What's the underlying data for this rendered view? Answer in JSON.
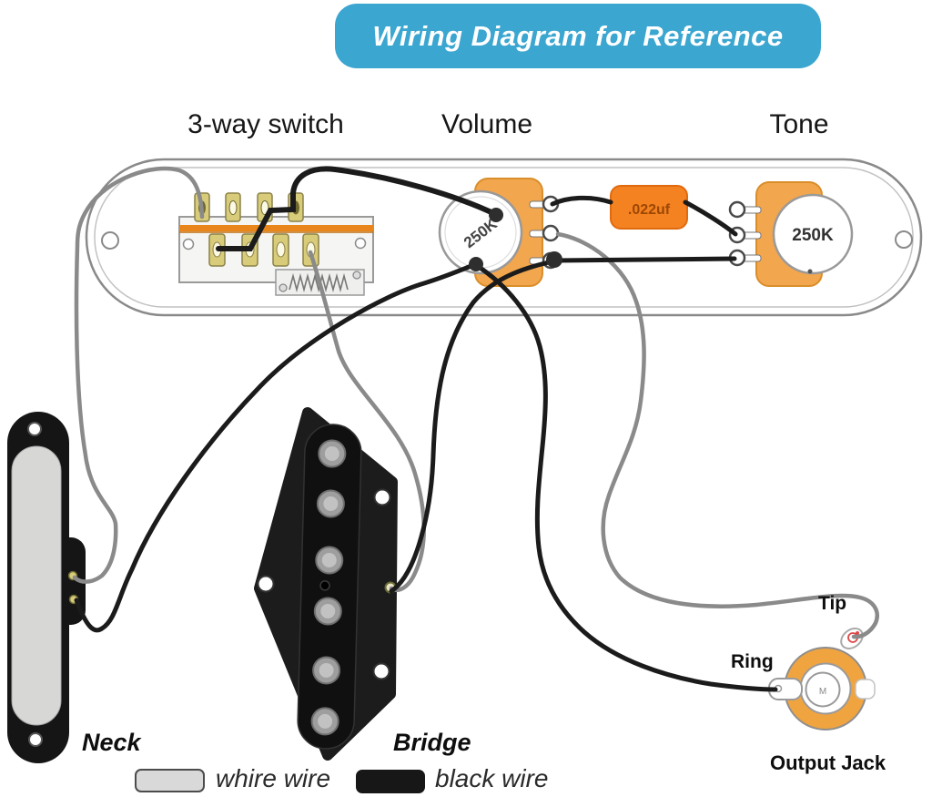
{
  "banner": {
    "title": "Wiring Diagram for Reference",
    "bg_color": "#3BA6D0"
  },
  "headings": {
    "switch": "3-way switch",
    "volume": "Volume",
    "tone": "Tone"
  },
  "parts": {
    "volume_value": "250K",
    "tone_value": "250K",
    "capacitor_value": ".022uf",
    "neck_label": "Neck",
    "bridge_label": "Bridge",
    "jack_label": "Output Jack",
    "tip_label": "Tip",
    "ring_label": "Ring",
    "jack_mark": "M"
  },
  "legend": {
    "items": [
      {
        "label": "whire wire",
        "color": "#d9d9d9"
      },
      {
        "label": "black wire",
        "color": "#171717"
      }
    ]
  },
  "colors": {
    "pot_body": "#F2A64E",
    "pot_body_border": "#D98E2B",
    "capacitor": "#F58220",
    "capacitor_border": "#E06A10",
    "capacitor_text": "#9C4704",
    "jack_ring": "#F0A440",
    "wire_gray": "#8a8a8a",
    "wire_black": "#1b1b1b",
    "lug_gold": "#D8CC7A",
    "switch_stripe": "#E8861B"
  }
}
